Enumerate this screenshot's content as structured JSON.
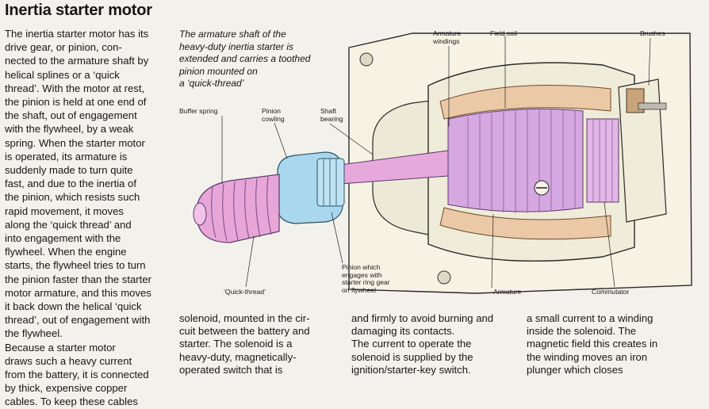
{
  "title": "Inertia starter motor",
  "intro_text": "The inertia starter motor has its\ndrive gear, or pinion, con-\nnected to the armature shaft by\nhelical splines or a ‘quick\nthread’. With the motor at rest,\nthe pinion is held at one end of\nthe shaft, out of engagement\nwith the flywheel, by a weak\nspring. When the starter motor\nis operated, its armature is\nsuddenly made to turn quite\nfast, and due to the inertia of\nthe pinion, which resists such\nrapid movement, it moves\nalong the ‘quick thread’ and\ninto engagement with the\nflywheel. When the engine\nstarts, the flywheel tries to turn\nthe pinion faster than the starter\nmotor armature, and this moves\nit back down the helical ‘quick\nthread’, out of engagement with\nthe flywheel.\n    Because a starter motor\ndraws such a heavy current\nfrom the battery, it is connected\nby thick, expensive copper\ncables. To keep these cables",
  "diagram_caption": "The armature shaft of the\nheavy-duty inertia starter is\nextended and carries a toothed\npinion mounted on\na ‘quick-thread’",
  "labels": {
    "buffer_spring": "Buffer spring",
    "pinion_cowling": "Pinion\ncowling",
    "shaft_bearing": "Shaft\nbearing",
    "armature_windings": "Armature\nwindings",
    "field_coil": "Field coil",
    "brushes": "Brushes",
    "quick_thread": "‘Quick-thread’",
    "pinion_engages": "Pinion which\nengages with\nstarter ring gear\non flywheel",
    "armature": "Armature",
    "commutator": "Commutator"
  },
  "columns": {
    "col1": "solenoid, mounted in the cir-\ncuit between the battery and\nstarter. The solenoid is a\nheavy-duty, magnetically-\noperated switch that is",
    "col2": "and firmly to avoid burning and\ndamaging its contacts.\n    The current to operate the\nsolenoid is supplied by the\nignition/starter-key switch.",
    "col3": "a small current to a winding\ninside the solenoid. The\nmagnetic field this creates in\nthe winding moves an iron\nplunger which closes"
  },
  "colors": {
    "paper": "#f3f1ec",
    "pinion_pink": "#e8a6d8",
    "cowling_blue": "#a9d8ee",
    "housing_cream": "#efecd9",
    "field_coil_tan": "#ecc9a6",
    "armature_lilac": "#d6a8e2"
  }
}
